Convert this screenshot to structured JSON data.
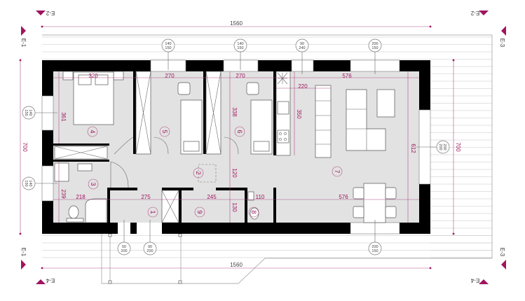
{
  "plan": {
    "colors": {
      "accent": "#a0145f",
      "floor": "#e2e2e2",
      "wall": "#000000"
    },
    "overall_dims": {
      "top": "1560",
      "bottom": "1560",
      "left": "700",
      "right": "700"
    },
    "dims": {
      "bedroom_width": "320",
      "room5_width": "270",
      "room6_width": "270",
      "living_width_top": "576",
      "kitchen_width": "220",
      "kitchen_depth": "350",
      "bedroom_depth": "361",
      "room6_depth": "338",
      "living_depth": "612",
      "hall_depth": "120",
      "bath_depth": "239",
      "bath_width": "218",
      "entry_width": "275",
      "room9_width": "245",
      "room9_depth": "130",
      "wc_width": "110",
      "living_width_bottom": "576"
    },
    "rooms": [
      "1",
      "2",
      "3",
      "4",
      "5",
      "6",
      "7",
      "8",
      "9"
    ],
    "window_tags": [
      {
        "w": "140",
        "h": "150"
      },
      {
        "w": "140",
        "h": "150"
      },
      {
        "w": "90",
        "h": "240"
      },
      {
        "w": "200",
        "h": "150"
      },
      {
        "w": "140",
        "h": "150"
      },
      {
        "w": "140",
        "h": "150"
      },
      {
        "w": "200",
        "h": "200"
      },
      {
        "w": "200",
        "h": "150"
      },
      {
        "w": "50",
        "h": "200"
      },
      {
        "w": "90",
        "h": "200"
      }
    ],
    "elevations": {
      "e1": "E-1",
      "e2": "E-2",
      "e3": "E-3",
      "e4": "E-4"
    }
  }
}
